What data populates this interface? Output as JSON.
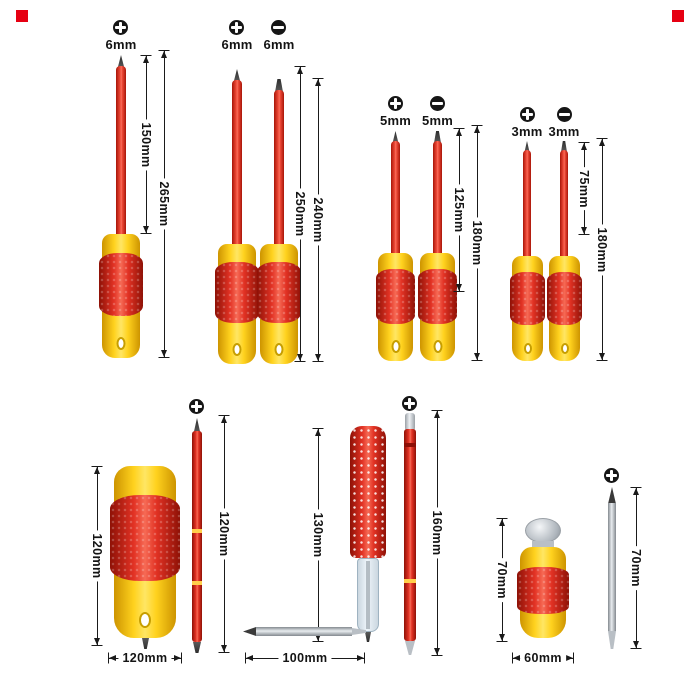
{
  "colors": {
    "red": "#e23224",
    "yellow": "#ffd400",
    "dim_line": "#1a1a1a",
    "corner_mark": "#e60012"
  },
  "groups": [
    {
      "drivers": [
        {
          "tip_icon": "phillips",
          "tip_size": "6mm"
        }
      ],
      "dims": {
        "inner": "150mm",
        "outer": "265mm"
      }
    },
    {
      "drivers": [
        {
          "tip_icon": "phillips",
          "tip_size": "6mm"
        },
        {
          "tip_icon": "slotted",
          "tip_size": "6mm"
        }
      ],
      "dims": {
        "inner": "250mm",
        "outer": "240mm"
      }
    },
    {
      "drivers": [
        {
          "tip_icon": "phillips",
          "tip_size": "5mm"
        },
        {
          "tip_icon": "slotted",
          "tip_size": "5mm"
        }
      ],
      "dims": {
        "inner": "125mm",
        "outer": "180mm"
      }
    },
    {
      "drivers": [
        {
          "tip_icon": "phillips",
          "tip_size": "3mm"
        },
        {
          "tip_icon": "slotted",
          "tip_size": "3mm"
        }
      ],
      "dims": {
        "inner": "75mm",
        "outer": "180mm"
      }
    }
  ],
  "bottom_row": {
    "stubby_driver": {
      "length_dim": "120mm",
      "width_dim": "120mm"
    },
    "pen_bit_driver": {
      "tip_icon": "phillips",
      "length_dim": "120mm"
    },
    "clear_handle_tester": {
      "length_dim": "130mm"
    },
    "red_tester_pen": {
      "tip_icon": "phillips",
      "length_dim": "160mm"
    },
    "double_ended_bit_horizontal": {
      "length_dim": "100mm"
    },
    "mini_stubby_driver": {
      "length_dim": "70mm",
      "width_dim": "60mm"
    },
    "double_ended_bit_vertical": {
      "tip_icon": "phillips",
      "length_dim": "70mm"
    }
  }
}
